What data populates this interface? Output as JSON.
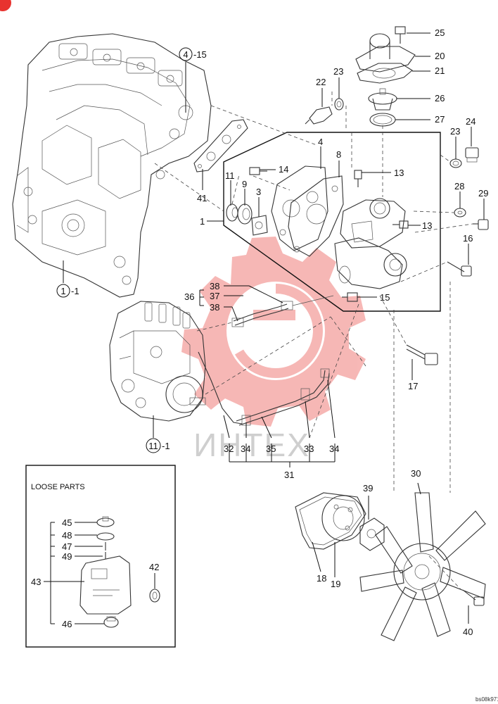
{
  "diagram": {
    "drawing_code": "bs08k971",
    "watermark_text": "ИНТЕХ",
    "loose_parts_title": "LOOSE PARTS",
    "callouts": [
      {
        "id": "c25",
        "text": "25"
      },
      {
        "id": "c20",
        "text": "20"
      },
      {
        "id": "c21",
        "text": "21"
      },
      {
        "id": "c26",
        "text": "26"
      },
      {
        "id": "c27",
        "text": "27"
      },
      {
        "id": "c22",
        "text": "22"
      },
      {
        "id": "c23a",
        "text": "23"
      },
      {
        "id": "c23b",
        "text": "23"
      },
      {
        "id": "c24",
        "text": "24"
      },
      {
        "id": "c4",
        "text": "4"
      },
      {
        "id": "c8",
        "text": "8"
      },
      {
        "id": "c14",
        "text": "14"
      },
      {
        "id": "c13a",
        "text": "13"
      },
      {
        "id": "c13b",
        "text": "13"
      },
      {
        "id": "c11",
        "text": "11"
      },
      {
        "id": "c9",
        "text": "9"
      },
      {
        "id": "c3",
        "text": "3"
      },
      {
        "id": "c1",
        "text": "1"
      },
      {
        "id": "c41",
        "text": "41"
      },
      {
        "id": "c28",
        "text": "28"
      },
      {
        "id": "c29",
        "text": "29"
      },
      {
        "id": "c16",
        "text": "16"
      },
      {
        "id": "c15",
        "text": "15"
      },
      {
        "id": "c17",
        "text": "17"
      },
      {
        "id": "c38a",
        "text": "38"
      },
      {
        "id": "c36",
        "text": "36"
      },
      {
        "id": "c37",
        "text": "37"
      },
      {
        "id": "c38b",
        "text": "38"
      },
      {
        "id": "c32",
        "text": "32"
      },
      {
        "id": "c34a",
        "text": "34"
      },
      {
        "id": "c35",
        "text": "35"
      },
      {
        "id": "c33",
        "text": "33"
      },
      {
        "id": "c34b",
        "text": "34"
      },
      {
        "id": "c31",
        "text": "31"
      },
      {
        "id": "c30",
        "text": "30"
      },
      {
        "id": "c39",
        "text": "39"
      },
      {
        "id": "c18",
        "text": "18"
      },
      {
        "id": "c19",
        "text": "19"
      },
      {
        "id": "c40",
        "text": "40"
      },
      {
        "id": "c45",
        "text": "45"
      },
      {
        "id": "c48",
        "text": "48"
      },
      {
        "id": "c47",
        "text": "47"
      },
      {
        "id": "c49",
        "text": "49"
      },
      {
        "id": "c43",
        "text": "43"
      },
      {
        "id": "c42",
        "text": "42"
      },
      {
        "id": "c46",
        "text": "46"
      }
    ],
    "references": [
      {
        "id": "r4",
        "number": "4",
        "suffix": "-15"
      },
      {
        "id": "r1",
        "number": "1",
        "suffix": "-1"
      },
      {
        "id": "r11",
        "number": "11",
        "suffix": "-1"
      }
    ],
    "colors": {
      "watermark": "#e8332f",
      "ink": "#111111",
      "frame": "#111111"
    }
  }
}
